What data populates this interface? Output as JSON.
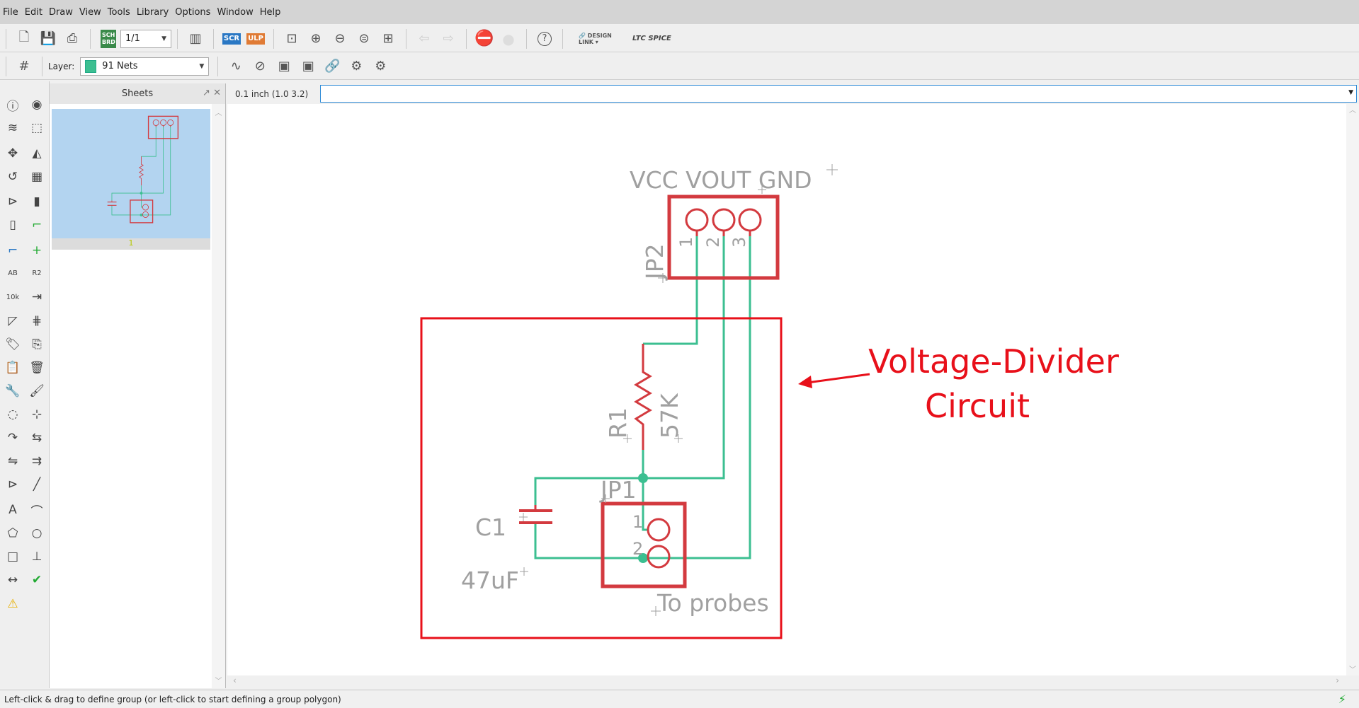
{
  "menu": [
    "File",
    "Edit",
    "Draw",
    "View",
    "Tools",
    "Library",
    "Options",
    "Window",
    "Help"
  ],
  "toolbar": {
    "sheet_select": "1/1",
    "sch_brd": "SCH BRD",
    "scr": "SCR",
    "ulp": "ULP",
    "design_link": "DESIGN LINK",
    "ltspice": "LTC SPICE",
    "help": "?"
  },
  "layer": {
    "label": "Layer:",
    "value": "91 Nets",
    "color": "#3cbf91"
  },
  "sheets": {
    "title": "Sheets",
    "page_number": "1"
  },
  "coord_readout": "0.1 inch (1.0 3.2)",
  "command_input": {
    "value": ""
  },
  "left_tools": [
    "info",
    "show",
    "layers",
    "group-select",
    "move",
    "mirror",
    "rotate",
    "add-part",
    "add-gate",
    "replace",
    "invoke",
    "net",
    "bus",
    "junction",
    "label",
    "name",
    "value",
    "pinswap",
    "miter",
    "split",
    "tag",
    "copy",
    "paste",
    "delete",
    "wrench",
    "paint",
    "optimize",
    "smash",
    "change",
    "gateswap",
    "attach",
    "text-connect",
    "connect",
    "line",
    "text",
    "arc",
    "polygon",
    "circle",
    "rectangle",
    "mark",
    "dimension",
    "erc",
    "errors"
  ],
  "schematic": {
    "connector_label": "VCC VOUT GND",
    "jp2": {
      "name": "JP2",
      "pins": [
        "1",
        "2",
        "3"
      ]
    },
    "r1": {
      "name": "R1",
      "value": "57K"
    },
    "c1": {
      "name": "C1",
      "value": "47uF"
    },
    "jp1": {
      "name": "JP1",
      "pins": [
        "1",
        "2"
      ],
      "note": "To probes"
    },
    "annotation_line1": "Voltage-Divider",
    "annotation_line2": "Circuit",
    "colors": {
      "symbol": "#d33a3f",
      "net": "#3cbf91",
      "text": "#a0a0a0",
      "annotation": "#e8101a"
    }
  },
  "status": "Left-click & drag to define group (or left-click to start defining a group polygon)"
}
